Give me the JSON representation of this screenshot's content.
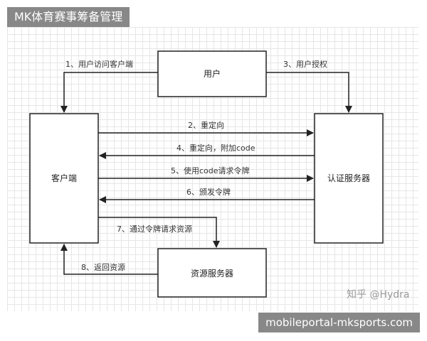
{
  "header": {
    "title": "MK体育赛事筹备管理"
  },
  "footer": {
    "site": "mobileportal-mksports.com"
  },
  "watermark": "知乎 @Hydra",
  "nodes": {
    "user": "用户",
    "client": "客户端",
    "auth_server": "认证服务器",
    "resource_server": "资源服务器"
  },
  "edges": [
    "1、用户访问客户端",
    "2、重定向",
    "3、用户授权",
    "4、重定向，附加code",
    "5、使用code请求令牌",
    "6、颁发令牌",
    "7、通过令牌请求资源",
    "8、返回资源"
  ],
  "colors": {
    "line": "#222222",
    "banner": "#6e6e6e"
  }
}
